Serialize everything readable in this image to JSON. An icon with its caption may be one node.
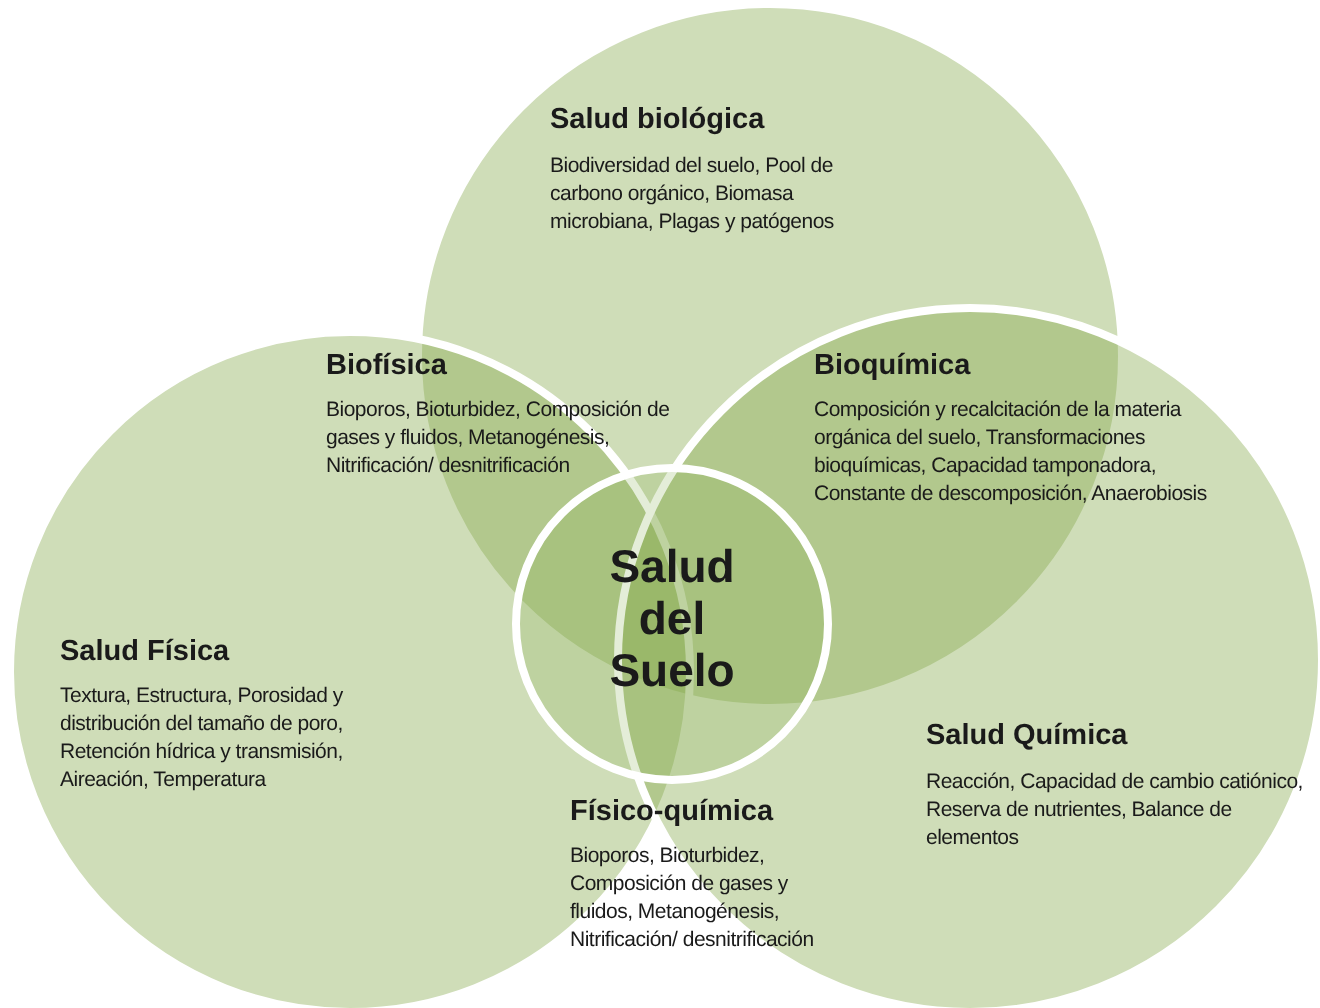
{
  "diagram": {
    "nodes": [
      {
        "text": [
          "Salud biológica",
          "Biodiversidad del suelo, Pool de carbono orgánico, Biomasa microbiana, Plagas y patógenos"
        ]
      },
      {
        "text": [
          "Salud Física",
          "Textura, Estructura, Porosidad y distribución del tamaño de poro, Retención hídrica y transmisión, Aireación, Temperatura"
        ]
      },
      {
        "text": [
          "Salud Química",
          "Reacción, Capacidad de cambio catiónico, Reserva de nutrientes, Balance de elementos"
        ]
      },
      {
        "text": [
          "Salud del Suelo"
        ]
      }
    ],
    "labels": [
      "Biofísica",
      "Bioporos, Bioturbidez, Composición de gases y fluidos, Metanogénesis, Nitrificación/ desnitrificación",
      "Bioquímica",
      "Composición y recalcitación de la materia orgánica del suelo, Transformaciones bioquímicas, Capacidad tamponadora, Constante de descomposición, Anaerobiosis",
      "Físico-química",
      "Bioporos, Bioturbidez, Composición de gases y fluidos, Metanogénesis, Nitrificación/ desnitrificación"
    ]
  }
}
